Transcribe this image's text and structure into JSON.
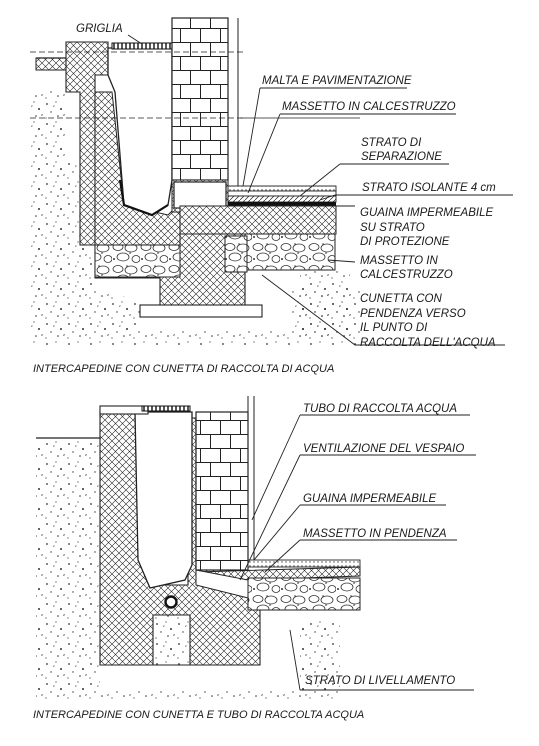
{
  "diagram1": {
    "labels": {
      "griglia": "GRIGLIA",
      "malta": "MALTA E PAVIMENTAZIONE",
      "massetto_cls": "MASSETTO IN CALCESTRUZZO",
      "strato_sep_1": "STRATO DI",
      "strato_sep_2": "SEPARAZIONE",
      "isolante": "STRATO ISOLANTE 4 cm",
      "guaina_1": "GUAINA IMPERMEABILE",
      "guaina_2": "SU STRATO",
      "guaina_3": "DI PROTEZIONE",
      "massetto2_1": "MASSETTO IN",
      "massetto2_2": "CALCESTRUZZO",
      "cunetta_1": "CUNETTA CON",
      "cunetta_2": "PENDENZA VERSO",
      "cunetta_3": "IL PUNTO DI",
      "cunetta_4": "RACCOLTA DELL'ACQUA"
    },
    "caption": "INTERCAPEDINE CON CUNETTA DI RACCOLTA DI ACQUA"
  },
  "diagram2": {
    "labels": {
      "tubo": "TUBO DI RACCOLTA ACQUA",
      "ventilazione": "VENTILAZIONE DEL VESPAIO",
      "guaina": "GUAINA IMPERMEABILE",
      "massetto": "MASSETTO IN PENDENZA",
      "livellamento": "STRATO DI LIVELLAMENTO"
    },
    "caption": "INTERCAPEDINE CON CUNETTA E TUBO DI RACCOLTA ACQUA"
  }
}
